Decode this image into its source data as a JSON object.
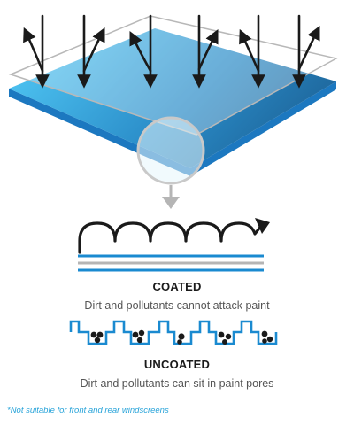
{
  "coated": {
    "title": "COATED",
    "description": "Dirt and pollutants cannot attack paint"
  },
  "uncoated": {
    "title": "UNCOATED",
    "description": "Dirt and pollutants can sit in paint pores"
  },
  "footnote": "*Not suitable for front and rear windscreens",
  "colors": {
    "blue_dark": "#1668a6",
    "blue_light": "#3fb6ea",
    "arrow": "#1a1a1a",
    "grey_layer": "#b5b5b5",
    "footnote": "#27a3d9"
  },
  "icons": [
    "down-arrow-icon",
    "deflect-arrow-icon",
    "magnifier-icon",
    "bounce-arrow-icon",
    "dirt-particle-icon"
  ]
}
